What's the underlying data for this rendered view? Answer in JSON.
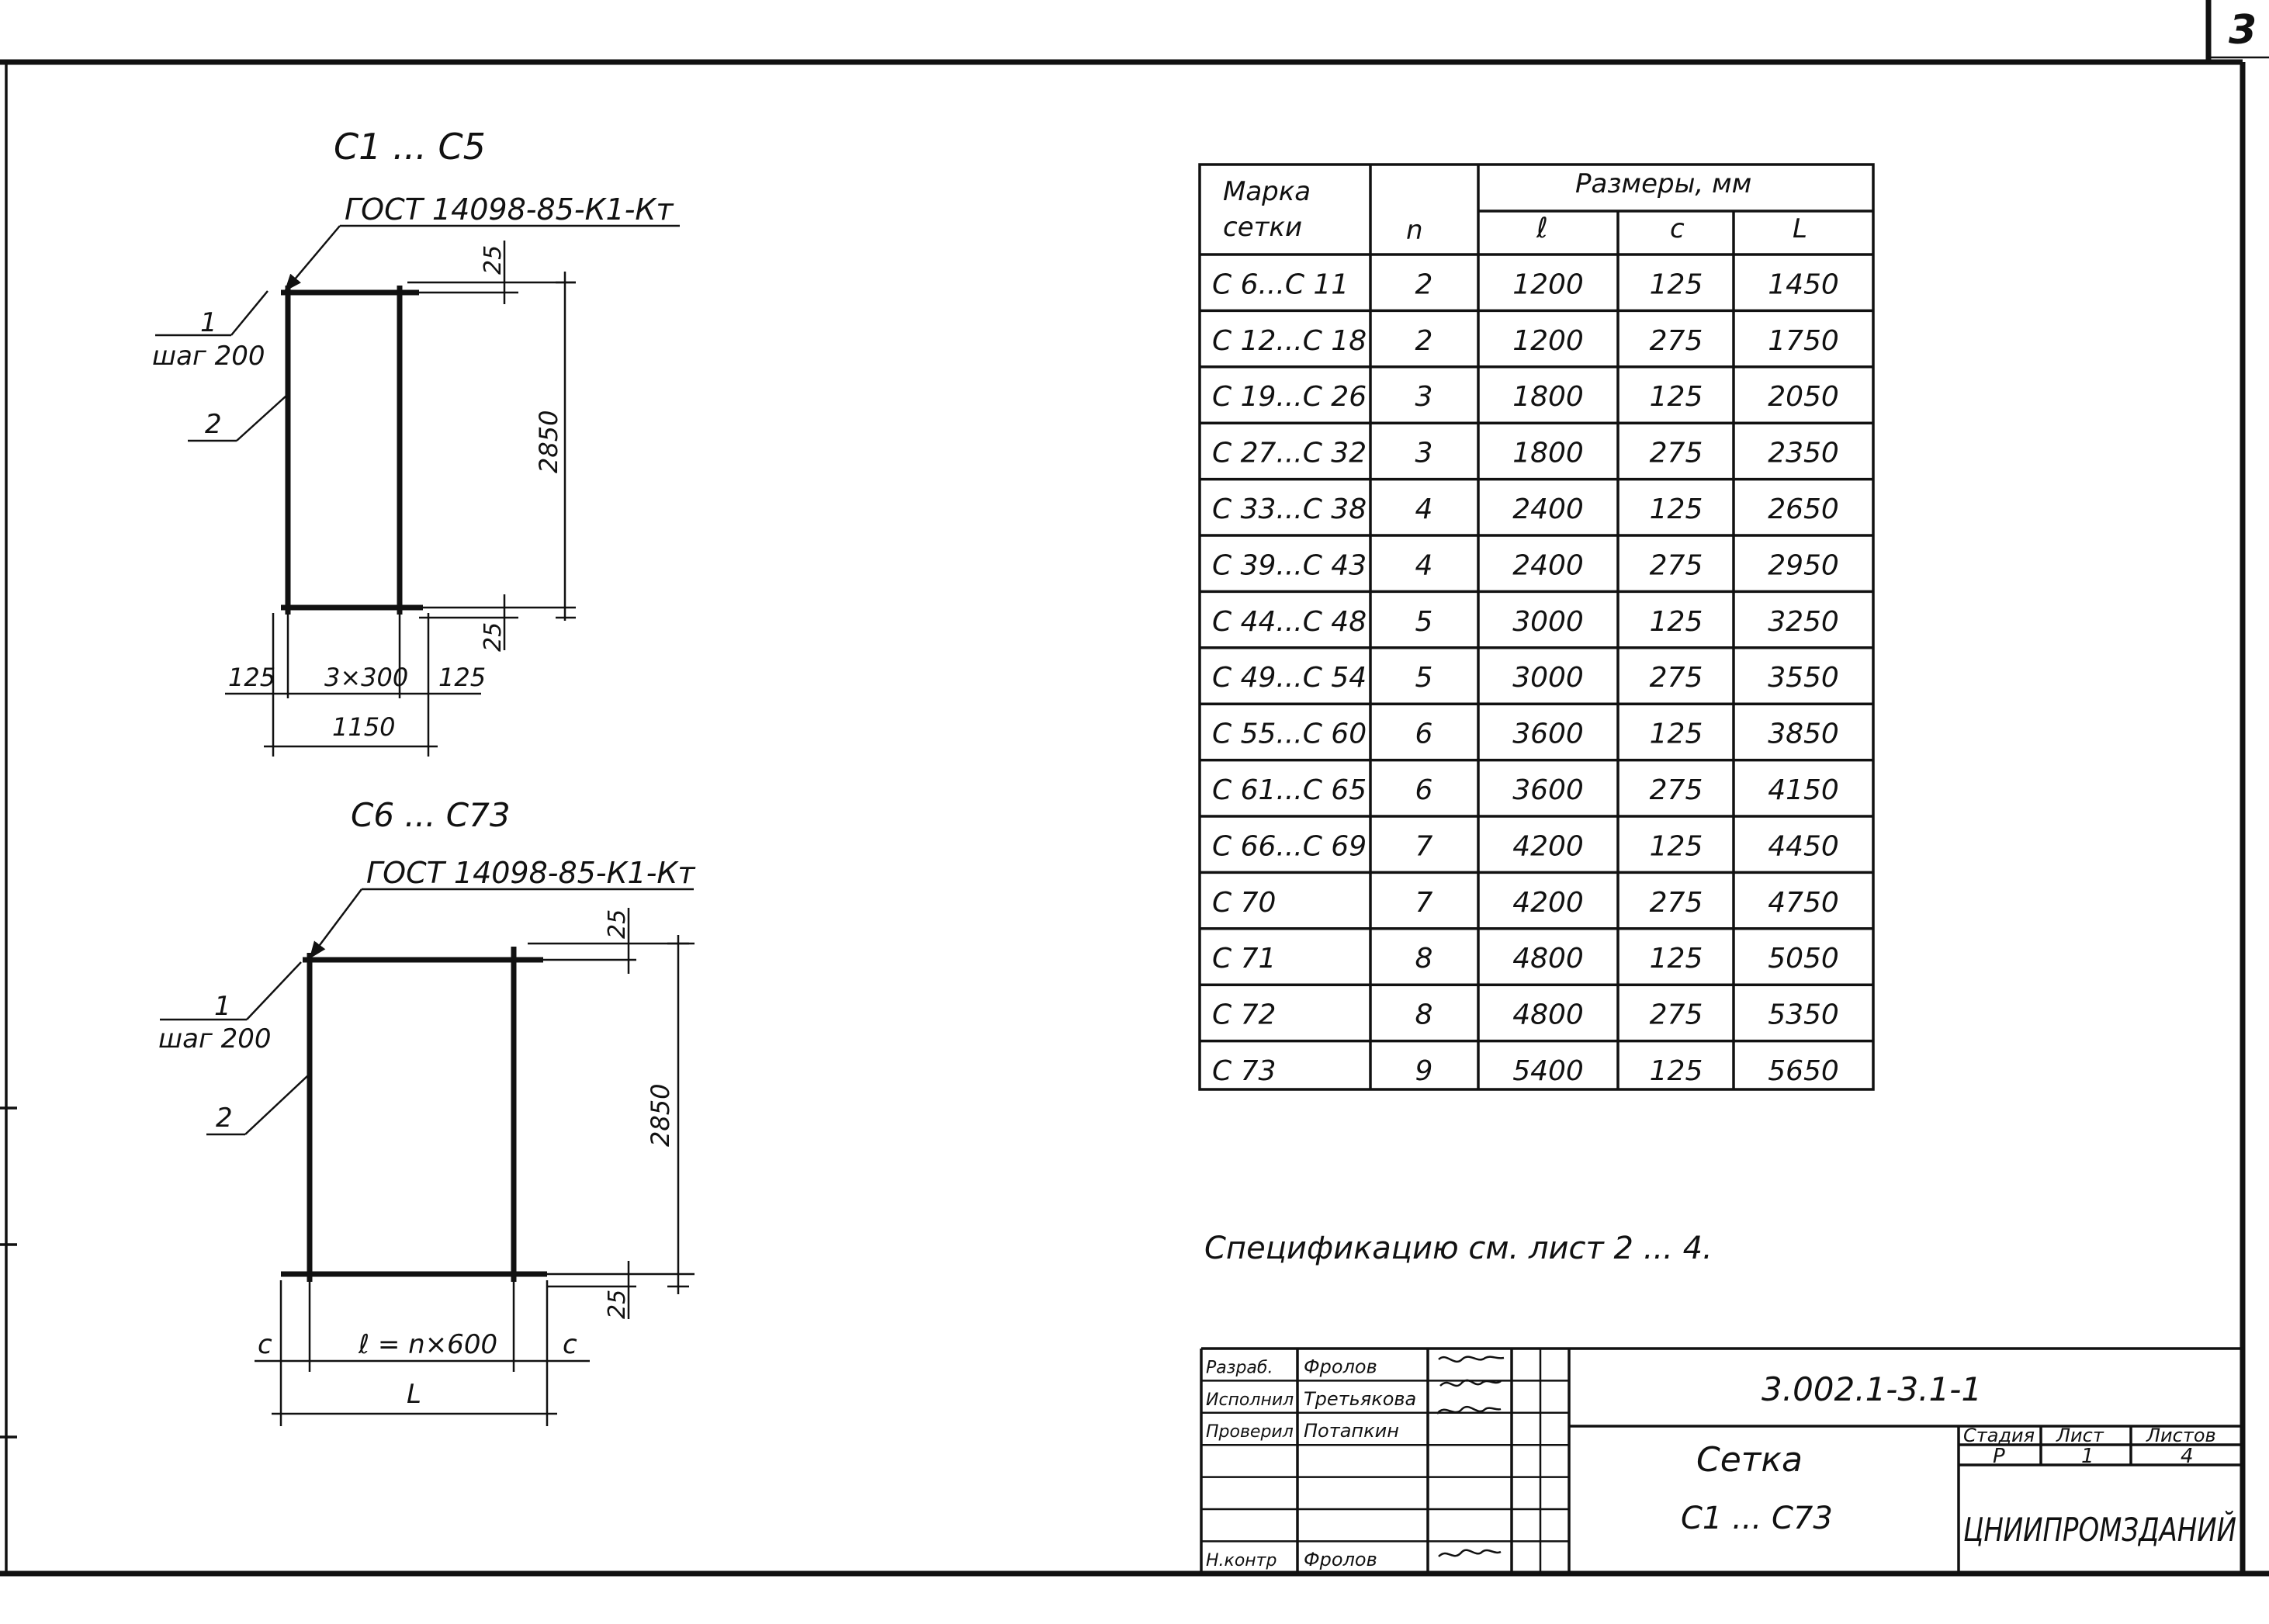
{
  "page_number": "3",
  "drawing1": {
    "title": "С1 ... С5",
    "gost": "ГОСТ 14098-85-К1-Кт",
    "callout1_num": "1",
    "callout1_text": "шаг 200",
    "callout2_num": "2",
    "dim_top": "25",
    "dim_height": "2850",
    "dim_bottom": "25",
    "dim_left": "125",
    "dim_mid": "3×300",
    "dim_right": "125",
    "dim_total": "1150"
  },
  "drawing2": {
    "title": "С6 ... С73",
    "gost": "ГОСТ 14098-85-К1-Кт",
    "callout1_num": "1",
    "callout1_text": "шаг 200",
    "callout2_num": "2",
    "dim_top": "25",
    "dim_height": "2850",
    "dim_bottom": "25",
    "dim_left": "c",
    "dim_mid": "ℓ = n×600",
    "dim_right": "c",
    "dim_total": "L"
  },
  "table": {
    "header_mark_line1": "Марка",
    "header_mark_line2": "сетки",
    "header_n": "n",
    "header_sizes": "Размеры, мм",
    "header_l": "ℓ",
    "header_c": "c",
    "header_L": "L",
    "rows": [
      {
        "mark": "С 6...С 11",
        "n": "2",
        "l": "1200",
        "c": "125",
        "L": "1450"
      },
      {
        "mark": "С 12...С 18",
        "n": "2",
        "l": "1200",
        "c": "275",
        "L": "1750"
      },
      {
        "mark": "С 19...С 26",
        "n": "3",
        "l": "1800",
        "c": "125",
        "L": "2050"
      },
      {
        "mark": "С 27...С 32",
        "n": "3",
        "l": "1800",
        "c": "275",
        "L": "2350"
      },
      {
        "mark": "С 33...С 38",
        "n": "4",
        "l": "2400",
        "c": "125",
        "L": "2650"
      },
      {
        "mark": "С 39...С 43",
        "n": "4",
        "l": "2400",
        "c": "275",
        "L": "2950"
      },
      {
        "mark": "С 44...С 48",
        "n": "5",
        "l": "3000",
        "c": "125",
        "L": "3250"
      },
      {
        "mark": "С 49...С 54",
        "n": "5",
        "l": "3000",
        "c": "275",
        "L": "3550"
      },
      {
        "mark": "С 55...С 60",
        "n": "6",
        "l": "3600",
        "c": "125",
        "L": "3850"
      },
      {
        "mark": "С 61...С 65",
        "n": "6",
        "l": "3600",
        "c": "275",
        "L": "4150"
      },
      {
        "mark": "С 66...С 69",
        "n": "7",
        "l": "4200",
        "c": "125",
        "L": "4450"
      },
      {
        "mark": "С 70",
        "n": "7",
        "l": "4200",
        "c": "275",
        "L": "4750"
      },
      {
        "mark": "С 71",
        "n": "8",
        "l": "4800",
        "c": "125",
        "L": "5050"
      },
      {
        "mark": "С 72",
        "n": "8",
        "l": "4800",
        "c": "275",
        "L": "5350"
      },
      {
        "mark": "С 73",
        "n": "9",
        "l": "5400",
        "c": "125",
        "L": "5650"
      }
    ]
  },
  "note": "Спецификацию см. лист 2 ... 4.",
  "title_block": {
    "roles": [
      "Разраб.",
      "Исполнил",
      "Проверил",
      "",
      "",
      "",
      "Н.контр"
    ],
    "names": [
      "Фролов",
      "Третьякова",
      "Потапкин",
      "",
      "",
      "",
      "Фролов"
    ],
    "doc_code": "3.002.1-3.1-1",
    "object_name": "Сетка",
    "object_range": "С1 ... С73",
    "stage_label": "Стадия",
    "sheet_label": "Лист",
    "sheets_label": "Листов",
    "stage_value": "Р",
    "sheet_value": "1",
    "sheets_value": "4",
    "organization": "ЦНИИПРОМЗДАНИЙ"
  }
}
